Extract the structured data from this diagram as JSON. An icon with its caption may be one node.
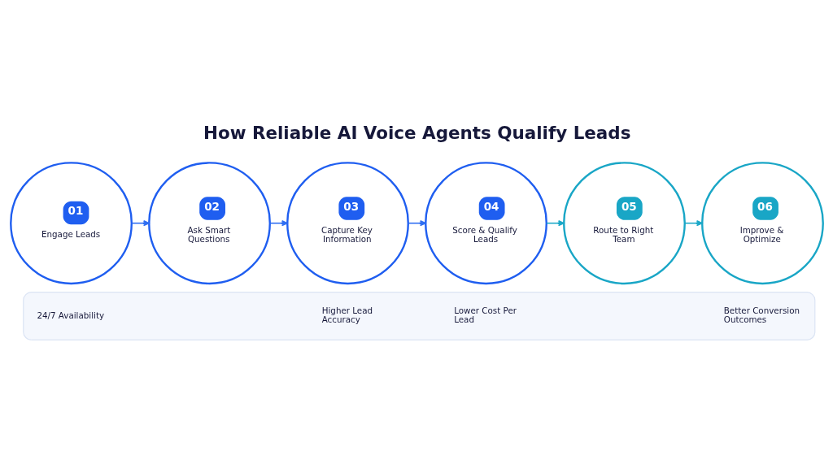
{
  "diagram": {
    "title": "How Reliable AI Voice Agents Qualify Leads",
    "nodes": [
      {
        "text": [
          "01",
          "Engage Leads"
        ]
      },
      {
        "text": [
          "02",
          "Ask Smart Questions"
        ]
      },
      {
        "text": [
          "03",
          "Capture Key Information"
        ]
      },
      {
        "text": [
          "04",
          "Score & Qualify Leads"
        ]
      },
      {
        "text": [
          "05",
          "Route to Right Team"
        ]
      },
      {
        "text": [
          "06",
          "Improve & Optimize"
        ]
      },
      {
        "text": [],
        "shape": "box"
      },
      {
        "text": [
          "24/7 Availability"
        ],
        "in": 6
      },
      {
        "text": [
          "Higher Lead Accuracy"
        ],
        "in": 6
      },
      {
        "text": [
          "Lower Cost Per Lead"
        ],
        "in": 6
      },
      {
        "text": [
          "Better Conversion Outcomes"
        ],
        "in": 6
      }
    ],
    "edges": [
      {
        "from": 0,
        "to": 1,
        "arrow": "to"
      },
      {
        "from": 1,
        "to": 2,
        "arrow": "to"
      },
      {
        "from": 2,
        "to": 3,
        "arrow": "to"
      },
      {
        "from": 3,
        "to": 4,
        "arrow": "to",
        "color": "#1ca8c8"
      },
      {
        "from": 4,
        "to": 5,
        "arrow": "to",
        "color": "#1ca8c8"
      }
    ]
  }
}
